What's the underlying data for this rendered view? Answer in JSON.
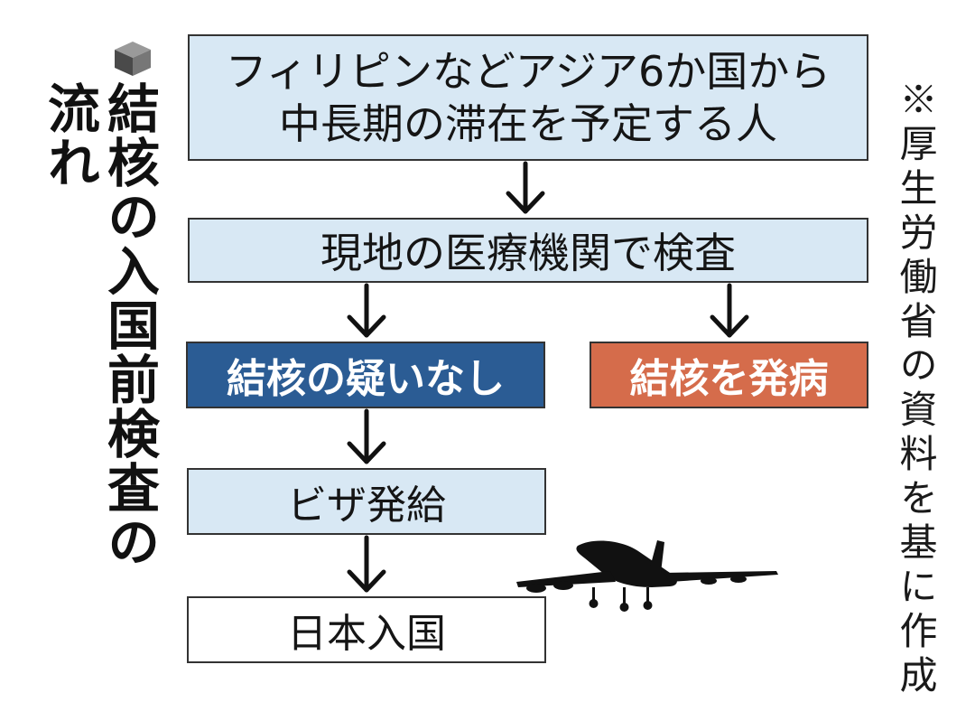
{
  "title": {
    "col1": "結核の入国前検査の",
    "col2": "流れ"
  },
  "flow": {
    "start": {
      "line1": "フィリピンなどアジア6か国から",
      "line2": "中長期の滞在を予定する人"
    },
    "exam": "現地の医療機関で検査",
    "negative": "結核の疑いなし",
    "positive": "結核を発病",
    "visa": "ビザ発給",
    "entry": "日本入国"
  },
  "source_note": "※厚生労働省の資料を基に作成",
  "colors": {
    "light_box": "#d8e8f4",
    "negative_box": "#2b5c94",
    "positive_box": "#d56c4b",
    "border": "#333333"
  },
  "icons": {
    "title_marker": "cube-icon",
    "decoration": "airplane-icon"
  }
}
